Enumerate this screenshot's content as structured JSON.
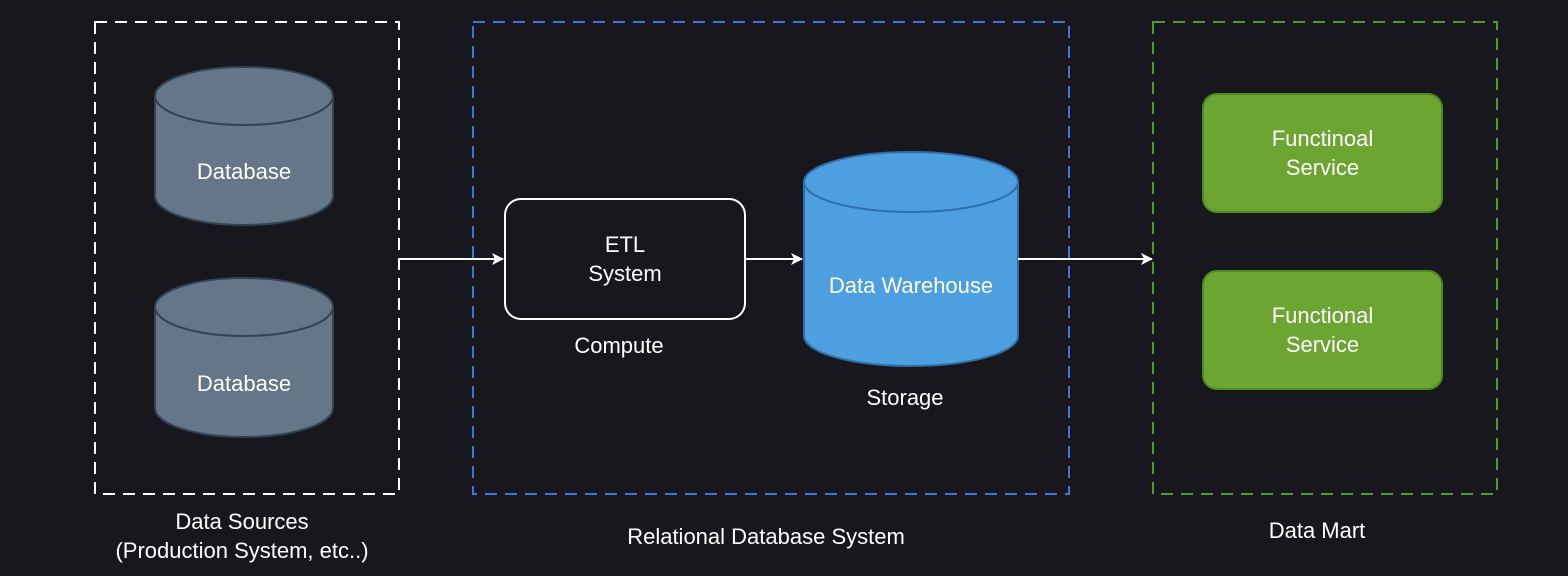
{
  "groups": {
    "sources": {
      "label": "Data Sources\n(Production System, etc..)"
    },
    "rdbms": {
      "label": "Relational Database System"
    },
    "mart": {
      "label": "Data Mart"
    }
  },
  "nodes": {
    "db1": {
      "label": "Database"
    },
    "db2": {
      "label": "Database"
    },
    "etl": {
      "label": "ETL\nSystem",
      "caption": "Compute"
    },
    "warehouse": {
      "label": "Data Warehouse",
      "caption": "Storage"
    },
    "svc1": {
      "label": "Functinoal\nService"
    },
    "svc2": {
      "label": "Functional\nService"
    }
  },
  "colors": {
    "background": "#18171d",
    "sources_border": "#ffffff",
    "rdbms_border": "#3d78d6",
    "mart_border": "#4f9a2e",
    "database_fill": "#647687",
    "database_stroke": "#314354",
    "warehouse_fill": "#4d9fdf",
    "warehouse_stroke": "#2f6fa8",
    "service_fill": "#6da533",
    "service_stroke": "#4e8a22",
    "arrow": "#ffffff"
  }
}
